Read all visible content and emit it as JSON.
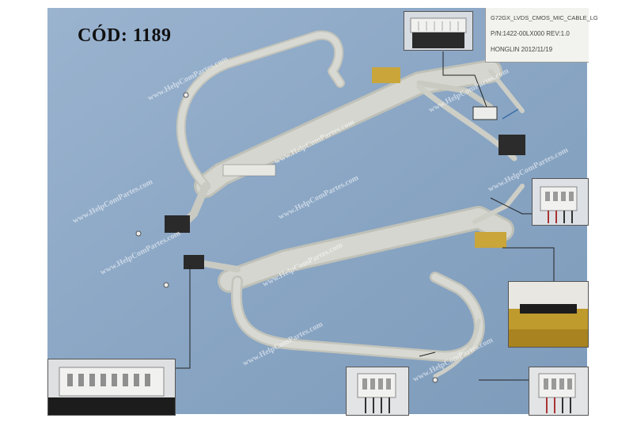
{
  "product_code": "CÓD: 1189",
  "cable_label": {
    "line1": "G72GX_LVDS_CMOS_MIC_CABLE_LG",
    "line2": "P/N:1422-00LX000 REV:1.0",
    "line3": "HONGLIN   2012/11/19"
  },
  "watermark_text": "www.HelpComPartes.com",
  "colors": {
    "background_blue": "#8fa9c6",
    "cable_gray": "#cfd0c8",
    "connector_white": "#f2f2f0",
    "tape_yellow": "#c9a53a"
  }
}
